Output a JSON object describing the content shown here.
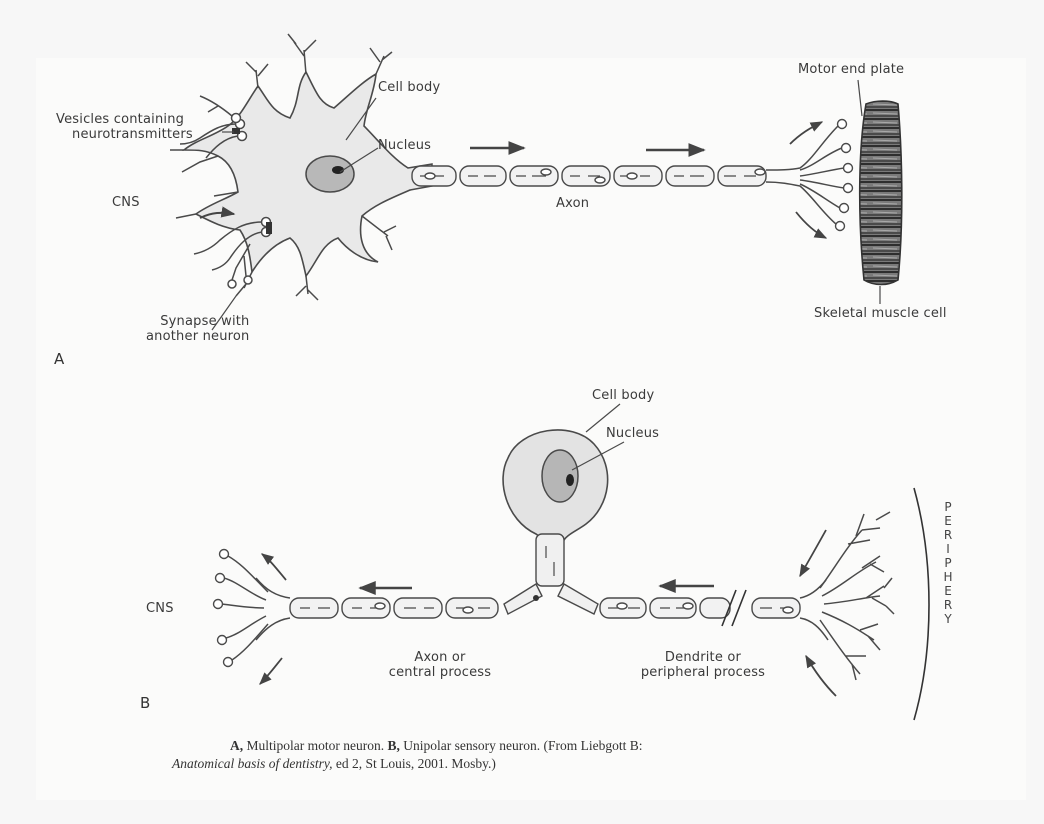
{
  "panel_a": {
    "letter": "A",
    "labels": {
      "vesicles": [
        "Vesicles containing",
        "neurotransmitters"
      ],
      "cell_body": "Cell body",
      "nucleus": "Nucleus",
      "cns": "CNS",
      "synapse": [
        "Synapse with",
        "another neuron"
      ],
      "axon": "Axon",
      "motor_end_plate": "Motor end plate",
      "skeletal_muscle": "Skeletal muscle cell"
    }
  },
  "panel_b": {
    "letter": "B",
    "labels": {
      "cell_body": "Cell body",
      "nucleus": "Nucleus",
      "cns": "CNS",
      "axon": [
        "Axon or",
        "central process"
      ],
      "dendrite": [
        "Dendrite or",
        "peripheral process"
      ],
      "periphery": "PERIPHERY"
    }
  },
  "caption": {
    "a_letter": "A,",
    "a_text": " Multipolar motor neuron. ",
    "b_letter": "B,",
    "b_text": " Unipolar sensory neuron. (From Liebgott B:",
    "book_title": "Anatomical basis of dentistry,",
    "book_rest": " ed 2, St Louis, 2001. Mosby.)"
  },
  "colors": {
    "cell_fill": "#e6e6e6",
    "nucleus_fill": "#b8b8b8",
    "line": "#4a4a4a"
  }
}
